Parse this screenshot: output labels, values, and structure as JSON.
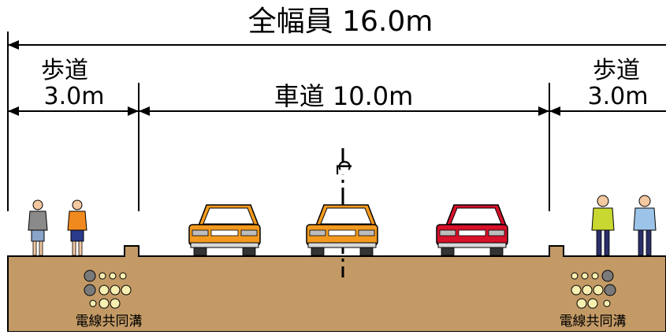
{
  "labels": {
    "total_width": "全幅員 16.0m",
    "sidewalk_left_name": "歩道",
    "sidewalk_left_width": "3.0m",
    "roadway": "車道 10.0m",
    "sidewalk_right_name": "歩道",
    "sidewalk_right_width": "3.0m",
    "centerline_mark": "℄",
    "utility_left": "電線共同溝",
    "utility_right": "電線共同溝"
  },
  "colors": {
    "ground": "#c39a66",
    "pavement_line": "#000000",
    "car_orange": "#f39a1e",
    "car_red": "#d8102a",
    "cable_gray": "#7a7a7a",
    "cable_cream": "#f6efb0"
  }
}
